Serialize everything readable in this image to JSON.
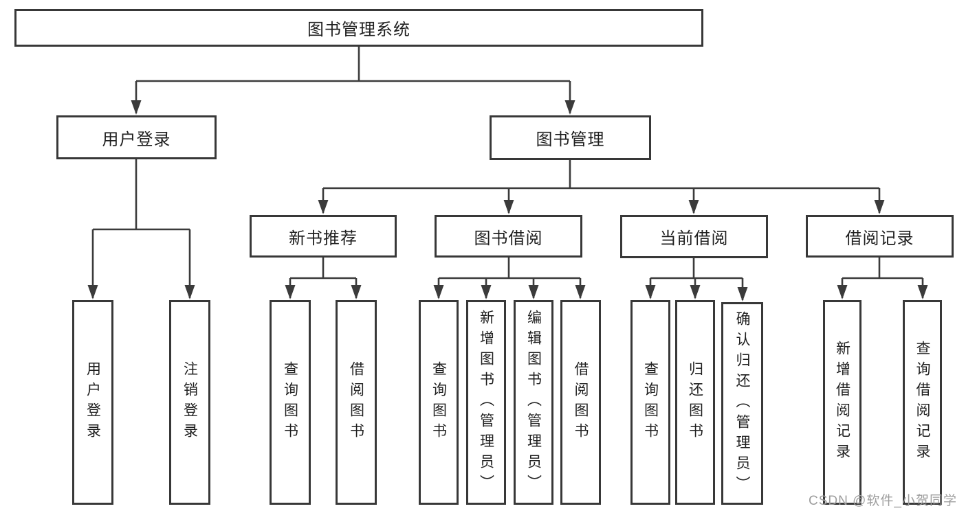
{
  "colors": {
    "connector": "#3b3b3b",
    "box_border": "#383838",
    "box_fill": "#ffffff",
    "text": "#1f1f1f",
    "watermark": "#9d9d9d"
  },
  "watermark": {
    "text": "CSDN @软件_小贺同学"
  },
  "tree": {
    "label": "图书管理系统",
    "children": [
      {
        "label": "用户登录",
        "children": [
          {
            "label": "用户登录"
          },
          {
            "label": "注销登录"
          }
        ]
      },
      {
        "label": "图书管理",
        "children": [
          {
            "label": "新书推荐",
            "children": [
              {
                "label": "查询图书"
              },
              {
                "label": "借阅图书"
              }
            ]
          },
          {
            "label": "图书借阅",
            "children": [
              {
                "label": "查询图书"
              },
              {
                "label": "新增图书（管理员）"
              },
              {
                "label": "编辑图书（管理员）"
              },
              {
                "label": "借阅图书"
              }
            ]
          },
          {
            "label": "当前借阅",
            "children": [
              {
                "label": "查询图书"
              },
              {
                "label": "归还图书"
              },
              {
                "label": "确认归还（管理员）"
              }
            ]
          },
          {
            "label": "借阅记录",
            "children": [
              {
                "label": "新增借阅记录"
              },
              {
                "label": "查询借阅记录"
              }
            ]
          }
        ]
      }
    ]
  }
}
